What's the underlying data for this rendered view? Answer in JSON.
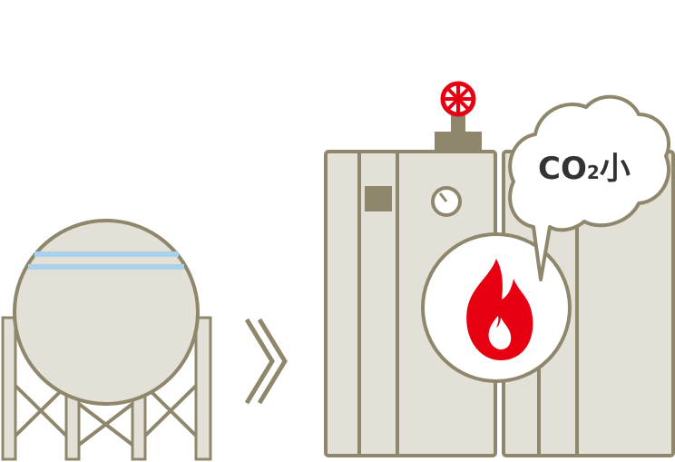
{
  "colors": {
    "outline": "#8f876b",
    "body_fill": "#e3e0d8",
    "stripe": "#a9d1ea",
    "flame": "#e60012",
    "white": "#ffffff",
    "text": "#333333"
  },
  "icons": [
    "gas-tank-icon",
    "double-chevron-right-icon",
    "boiler-icon",
    "valve-wheel-icon",
    "pressure-gauge-icon",
    "flame-icon",
    "speech-cloud-icon"
  ],
  "bubble": {
    "co": "CO",
    "sub": "2",
    "small": "小"
  }
}
